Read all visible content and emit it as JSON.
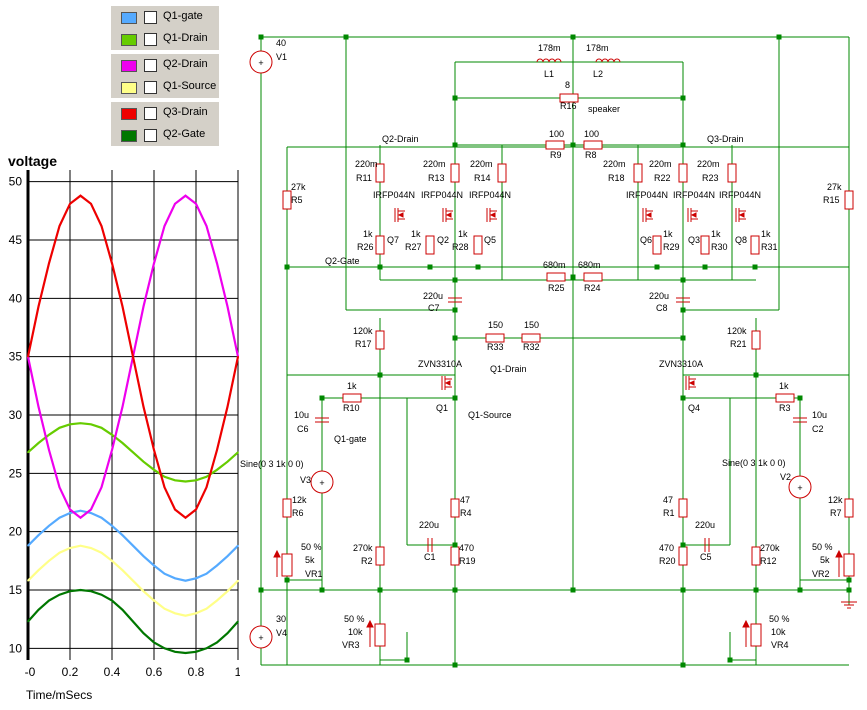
{
  "legend": {
    "items": [
      {
        "label": "Q1-gate",
        "color": "#55aaff",
        "group": 0
      },
      {
        "label": "Q1-Drain",
        "color": "#66cc00",
        "group": 0
      },
      {
        "label": "Q2-Drain",
        "color": "#ee00ee",
        "group": 1
      },
      {
        "label": "Q1-Source",
        "color": "#ffff88",
        "group": 1
      },
      {
        "label": "Q3-Drain",
        "color": "#ee0000",
        "group": 2
      },
      {
        "label": "Q2-Gate",
        "color": "#007700",
        "group": 2
      }
    ]
  },
  "chart_data": {
    "type": "line",
    "title": "voltage",
    "xlabel": "Time/mSecs",
    "ylabel": "",
    "xlim": [
      0,
      1
    ],
    "ylim": [
      9,
      51
    ],
    "x_ticks": [
      "-0",
      "0.2",
      "0.4",
      "0.6",
      "0.8",
      "1"
    ],
    "y_ticks": [
      50,
      45,
      40,
      35,
      30,
      25,
      20,
      15,
      10
    ],
    "grid": true,
    "series": [
      {
        "name": "Q1-gate",
        "color": "#55aaff",
        "x": [
          0,
          0.05,
          0.1,
          0.15,
          0.2,
          0.25,
          0.3,
          0.35,
          0.4,
          0.45,
          0.5,
          0.55,
          0.6,
          0.65,
          0.7,
          0.75,
          0.8,
          0.85,
          0.9,
          0.95,
          1.0
        ],
        "y": [
          18.8,
          19.7,
          20.5,
          21.2,
          21.6,
          21.8,
          21.6,
          21.2,
          20.5,
          19.7,
          18.8,
          17.9,
          17.1,
          16.4,
          16.0,
          15.8,
          16.0,
          16.4,
          17.1,
          17.9,
          18.8
        ]
      },
      {
        "name": "Q1-Drain",
        "color": "#66cc00",
        "x": [
          0,
          0.05,
          0.1,
          0.15,
          0.2,
          0.25,
          0.3,
          0.35,
          0.4,
          0.45,
          0.5,
          0.55,
          0.6,
          0.65,
          0.7,
          0.75,
          0.8,
          0.85,
          0.9,
          0.95,
          1.0
        ],
        "y": [
          26.8,
          27.6,
          28.3,
          28.9,
          29.2,
          29.3,
          29.2,
          28.9,
          28.3,
          27.6,
          26.8,
          26.0,
          25.3,
          24.7,
          24.4,
          24.3,
          24.4,
          24.7,
          25.3,
          26.0,
          26.8
        ]
      },
      {
        "name": "Q2-Drain",
        "color": "#ee00ee",
        "x": [
          0,
          0.05,
          0.1,
          0.15,
          0.2,
          0.25,
          0.3,
          0.35,
          0.4,
          0.45,
          0.5,
          0.55,
          0.6,
          0.65,
          0.7,
          0.75,
          0.8,
          0.85,
          0.9,
          0.95,
          1.0
        ],
        "y": [
          35.0,
          30.7,
          27.0,
          23.8,
          21.9,
          21.2,
          21.9,
          23.8,
          27.0,
          30.7,
          35.0,
          39.3,
          43.0,
          46.2,
          48.1,
          48.8,
          48.1,
          46.2,
          43.0,
          39.3,
          35.0
        ]
      },
      {
        "name": "Q1-Source",
        "color": "#ffff88",
        "x": [
          0,
          0.05,
          0.1,
          0.15,
          0.2,
          0.25,
          0.3,
          0.35,
          0.4,
          0.45,
          0.5,
          0.55,
          0.6,
          0.65,
          0.7,
          0.75,
          0.8,
          0.85,
          0.9,
          0.95,
          1.0
        ],
        "y": [
          15.8,
          16.7,
          17.5,
          18.2,
          18.6,
          18.8,
          18.6,
          18.2,
          17.5,
          16.7,
          15.8,
          14.9,
          14.1,
          13.4,
          13.0,
          12.8,
          13.0,
          13.4,
          14.1,
          14.9,
          15.8
        ]
      },
      {
        "name": "Q3-Drain",
        "color": "#ee0000",
        "x": [
          0,
          0.05,
          0.1,
          0.15,
          0.2,
          0.25,
          0.3,
          0.35,
          0.4,
          0.45,
          0.5,
          0.55,
          0.6,
          0.65,
          0.7,
          0.75,
          0.8,
          0.85,
          0.9,
          0.95,
          1.0
        ],
        "y": [
          35.0,
          39.3,
          43.0,
          46.2,
          48.1,
          48.8,
          48.1,
          46.2,
          43.0,
          39.3,
          35.0,
          30.7,
          27.0,
          23.8,
          21.9,
          21.2,
          21.9,
          23.8,
          27.0,
          30.7,
          35.0
        ]
      },
      {
        "name": "Q2-Gate",
        "color": "#007700",
        "x": [
          0,
          0.05,
          0.1,
          0.15,
          0.2,
          0.25,
          0.3,
          0.35,
          0.4,
          0.45,
          0.5,
          0.55,
          0.6,
          0.65,
          0.7,
          0.75,
          0.8,
          0.85,
          0.9,
          0.95,
          1.0
        ],
        "y": [
          12.3,
          13.3,
          14.1,
          14.6,
          14.9,
          15.0,
          14.9,
          14.6,
          14.1,
          13.3,
          12.3,
          11.3,
          10.5,
          10.0,
          9.7,
          9.6,
          9.7,
          10.0,
          10.5,
          11.3,
          12.3
        ]
      }
    ]
  },
  "schematic": {
    "labels": {
      "v1_value": "40",
      "v1_name": "V1",
      "v4_value": "30",
      "v4_name": "V4",
      "l1_value": "178m",
      "l1_name": "L1",
      "l2_value": "178m",
      "l2_name": "L2",
      "r16_value": "8",
      "r16_name": "R16",
      "speaker": "speaker",
      "r9_value": "100",
      "r9_name": "R9",
      "r8_value": "100",
      "r8_name": "R8",
      "q2_drain_probe": "Q2-Drain",
      "q3_drain_probe": "Q3-Drain",
      "q2_gate_probe": "Q2-Gate",
      "q1_drain_probe": "Q1-Drain",
      "q1_source_probe": "Q1-Source",
      "q1_gate_probe": "Q1-gate",
      "r5_value": "27k",
      "r5_name": "R5",
      "r15_value": "27k",
      "r15_name": "R15",
      "r11_value": "220m",
      "r11_name": "R11",
      "r13_value": "220m",
      "r13_name": "R13",
      "r14_value": "220m",
      "r14_name": "R14",
      "r18_value": "220m",
      "r18_name": "R18",
      "r22_value": "220m",
      "r22_name": "R22",
      "r23_value": "220m",
      "r23_name": "R23",
      "irf_a": "IRFP044N",
      "irf_b": "IRFP044N",
      "irf_c": "IRFP044N",
      "irf_d": "IRFP044N",
      "irf_e": "IRFP044N",
      "irf_f": "IRFP044N",
      "q7_name": "Q7",
      "q2_name": "Q2",
      "q5_name": "Q5",
      "q6_name": "Q6",
      "q3_name": "Q3",
      "q8_name": "Q8",
      "r26_value": "1k",
      "r26_name": "R26",
      "r27_value": "1k",
      "r27_name": "R27",
      "r28_value": "1k",
      "r28_name": "R28",
      "r29_value": "1k",
      "r29_name": "R29",
      "r30_value": "1k",
      "r30_name": "R30",
      "r31_value": "1k",
      "r31_name": "R31",
      "r25_value": "680m",
      "r25_name": "R25",
      "r24_value": "680m",
      "r24_name": "R24",
      "c7_value": "220u",
      "c7_name": "C7",
      "c8_value": "220u",
      "c8_name": "C8",
      "r33_value": "150",
      "r33_name": "R33",
      "r32_value": "150",
      "r32_name": "R32",
      "r17_value": "120k",
      "r17_name": "R17",
      "r21_value": "120k",
      "r21_name": "R21",
      "zvn_a": "ZVN3310A",
      "zvn_b": "ZVN3310A",
      "q1_name": "Q1",
      "q4_name": "Q4",
      "r10_value": "1k",
      "r10_name": "R10",
      "r3_value": "1k",
      "r3_name": "R3",
      "c6_value": "10u",
      "c6_name": "C6",
      "c2_value": "10u",
      "c2_name": "C2",
      "v3_spec": "Sine(0 3 1k 0 0)",
      "v3_name": "V3",
      "v2_spec": "Sine(0 3 1k 0 0)",
      "v2_name": "V2",
      "r4_value": "47",
      "r4_name": "R4",
      "r1_value": "47",
      "r1_name": "R1",
      "c1_value": "220u",
      "c1_name": "C1",
      "c5_value": "220u",
      "c5_name": "C5",
      "r19_value": "470",
      "r19_name": "R19",
      "r20_value": "470",
      "r20_name": "R20",
      "r6_value": "12k",
      "r6_name": "R6",
      "r7_value": "12k",
      "r7_name": "R7",
      "r2_value": "270k",
      "r2_name": "R2",
      "r12_value": "270k",
      "r12_name": "R12",
      "vr1_pct": "50 %",
      "vr1_value": "5k",
      "vr1_name": "VR1",
      "vr2_pct": "50 %",
      "vr2_value": "5k",
      "vr2_name": "VR2",
      "vr3_pct": "50 %",
      "vr3_value": "10k",
      "vr3_name": "VR3",
      "vr4_pct": "50 %",
      "vr4_value": "10k",
      "vr4_name": "VR4"
    }
  }
}
